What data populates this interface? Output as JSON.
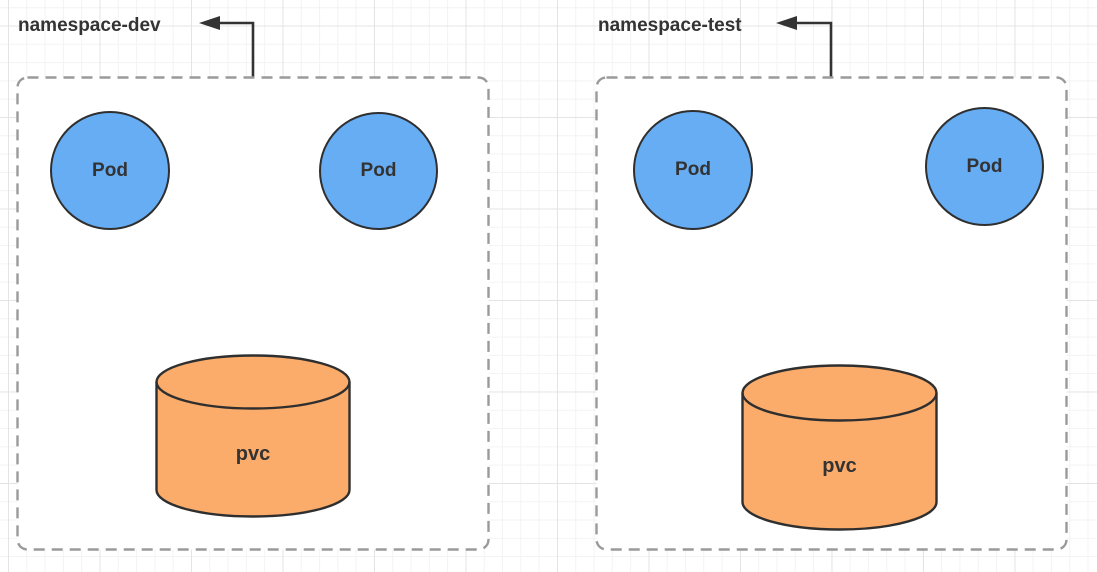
{
  "diagram": {
    "namespaces": [
      {
        "label": "namespace-dev",
        "pods": [
          {
            "label": "Pod"
          },
          {
            "label": "Pod"
          }
        ],
        "pvc": {
          "label": "pvc"
        }
      },
      {
        "label": "namespace-test",
        "pods": [
          {
            "label": "Pod"
          },
          {
            "label": "Pod"
          }
        ],
        "pvc": {
          "label": "pvc"
        }
      }
    ],
    "colors": {
      "pod_fill": "#66adf4",
      "pvc_fill": "#fbac6a",
      "shape_stroke": "#2f2f2f",
      "namespace_border": "#9a9a9a",
      "arrow": "#333333",
      "label_text": "#333333",
      "canvas_background": "#ffffff",
      "grid_minor": "#f3f3f3",
      "grid_major": "#e4e4e4"
    }
  }
}
